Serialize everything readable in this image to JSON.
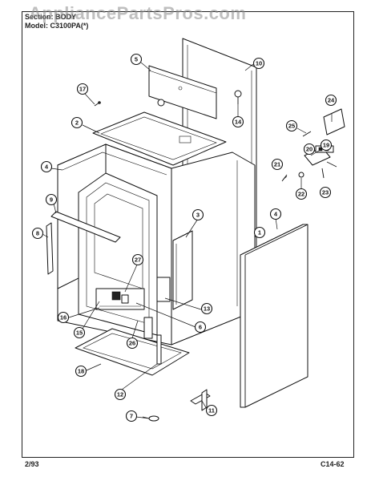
{
  "header": {
    "section_line": "Section: BODY",
    "model_line": "Model: C3100PA(*)"
  },
  "watermark": "AppliancePartsPros.com",
  "footer": {
    "date": "2/93",
    "code": "C14-62"
  },
  "callouts": [
    "1",
    "2",
    "3",
    "4",
    "4",
    "5",
    "6",
    "7",
    "8",
    "9",
    "10",
    "11",
    "12",
    "13",
    "14",
    "15",
    "16",
    "17",
    "18",
    "19",
    "20",
    "21",
    "22",
    "23",
    "24",
    "25",
    "26",
    "27"
  ]
}
